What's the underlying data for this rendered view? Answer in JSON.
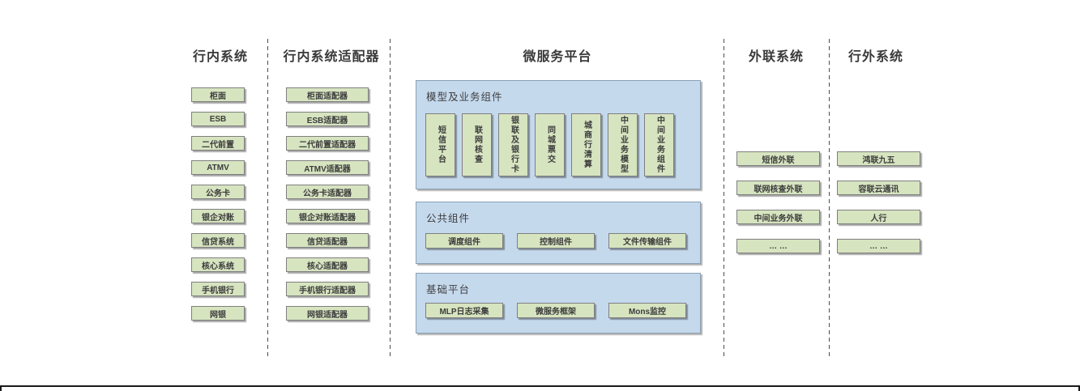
{
  "colors": {
    "green_box_fill": "#d7e4c0",
    "green_box_border": "#7f7f7f",
    "blue_panel_fill": "#c5d9ed",
    "blue_panel_border": "#8aa0b4",
    "text": "#3c3c3c"
  },
  "lanes": {
    "internal": {
      "title": "行内系统",
      "items": [
        "柜面",
        "ESB",
        "二代前置",
        "ATMV",
        "公务卡",
        "银企对账",
        "信贷系统",
        "核心系统",
        "手机银行",
        "网银"
      ]
    },
    "adapters": {
      "title": "行内系统适配器",
      "items": [
        "柜面适配器",
        "ESB适配器",
        "二代前置适配器",
        "ATMV适配器",
        "公务卡适配器",
        "银企对账适配器",
        "信贷适配器",
        "核心适配器",
        "手机银行适配器",
        "网银适配器"
      ]
    },
    "platform": {
      "title": "微服务平台",
      "panels": [
        {
          "title": "模型及业务组件",
          "items": [
            "短信平台",
            "联网核查",
            "银联及银行卡",
            "同城票交",
            "城商行清算",
            "中间业务模型",
            "中间业务组件"
          ]
        },
        {
          "title": "公共组件",
          "items": [
            "调度组件",
            "控制组件",
            "文件传输组件"
          ]
        },
        {
          "title": "基础平台",
          "items": [
            "MLP日志采集",
            "微服务框架",
            "Mons监控"
          ]
        }
      ]
    },
    "external": {
      "title": "外联系统",
      "items": [
        "短信外联",
        "联网核查外联",
        "中间业务外联",
        "… …"
      ]
    },
    "outside": {
      "title": "行外系统",
      "items": [
        "鸿联九五",
        "容联云通讯",
        "人行",
        "… …"
      ]
    }
  }
}
